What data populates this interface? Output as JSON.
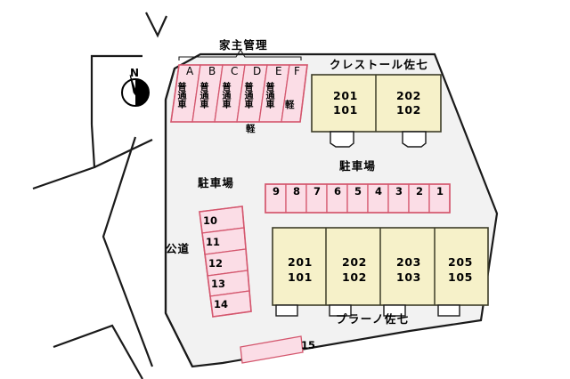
{
  "diagram": {
    "kind": "site-plan",
    "compass": {
      "label": "N",
      "name": "north-arrow"
    },
    "road_label": "公道",
    "parking_label_left": "駐車場",
    "parking_label_center": "駐車場",
    "landlord_label": "家主管理",
    "kei_label_outer": "軽"
  },
  "colors": {
    "site_fill": "#f2f2f2",
    "stall_fill": "#fbdde6",
    "stall_stroke": "#d4576e",
    "building_fill": "#f6f1c9",
    "building_stroke": "#3d3d28",
    "outline": "#1a1a1a"
  },
  "landlord_stalls": [
    {
      "letter": "A",
      "type": "普通車"
    },
    {
      "letter": "B",
      "type": "普通車"
    },
    {
      "letter": "C",
      "type": "普通車"
    },
    {
      "letter": "D",
      "type": "普通車"
    },
    {
      "letter": "E",
      "type": "普通車"
    },
    {
      "letter": "F",
      "type": "軽"
    }
  ],
  "center_stalls": [
    "9",
    "8",
    "7",
    "6",
    "5",
    "4",
    "3",
    "2",
    "1"
  ],
  "left_stalls": [
    "10",
    "11",
    "12",
    "13",
    "14"
  ],
  "lone_stall": "15",
  "buildings": [
    {
      "name": "クレストール佐七",
      "units": [
        {
          "upper": "201",
          "lower": "101"
        },
        {
          "upper": "202",
          "lower": "102"
        }
      ]
    },
    {
      "name": "プラーノ佐七",
      "units": [
        {
          "upper": "201",
          "lower": "101"
        },
        {
          "upper": "202",
          "lower": "102"
        },
        {
          "upper": "203",
          "lower": "103"
        },
        {
          "upper": "205",
          "lower": "105"
        }
      ]
    }
  ]
}
